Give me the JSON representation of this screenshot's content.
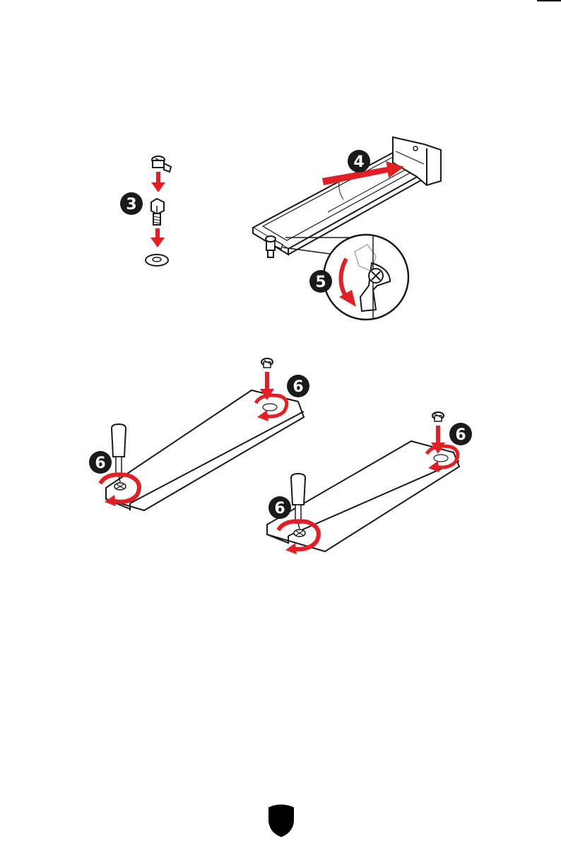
{
  "colors": {
    "accent": "#e31e24",
    "ink": "#1a1a1a",
    "paper": "#ffffff"
  },
  "steps": {
    "s3": "3",
    "s4": "4",
    "s5": "5",
    "s6a": "6",
    "s6b": "6",
    "s6c": "6",
    "s6d": "6"
  },
  "icons": {
    "page_top_line": "top-rule",
    "footer_logo": "msi-shield-logo-icon"
  }
}
